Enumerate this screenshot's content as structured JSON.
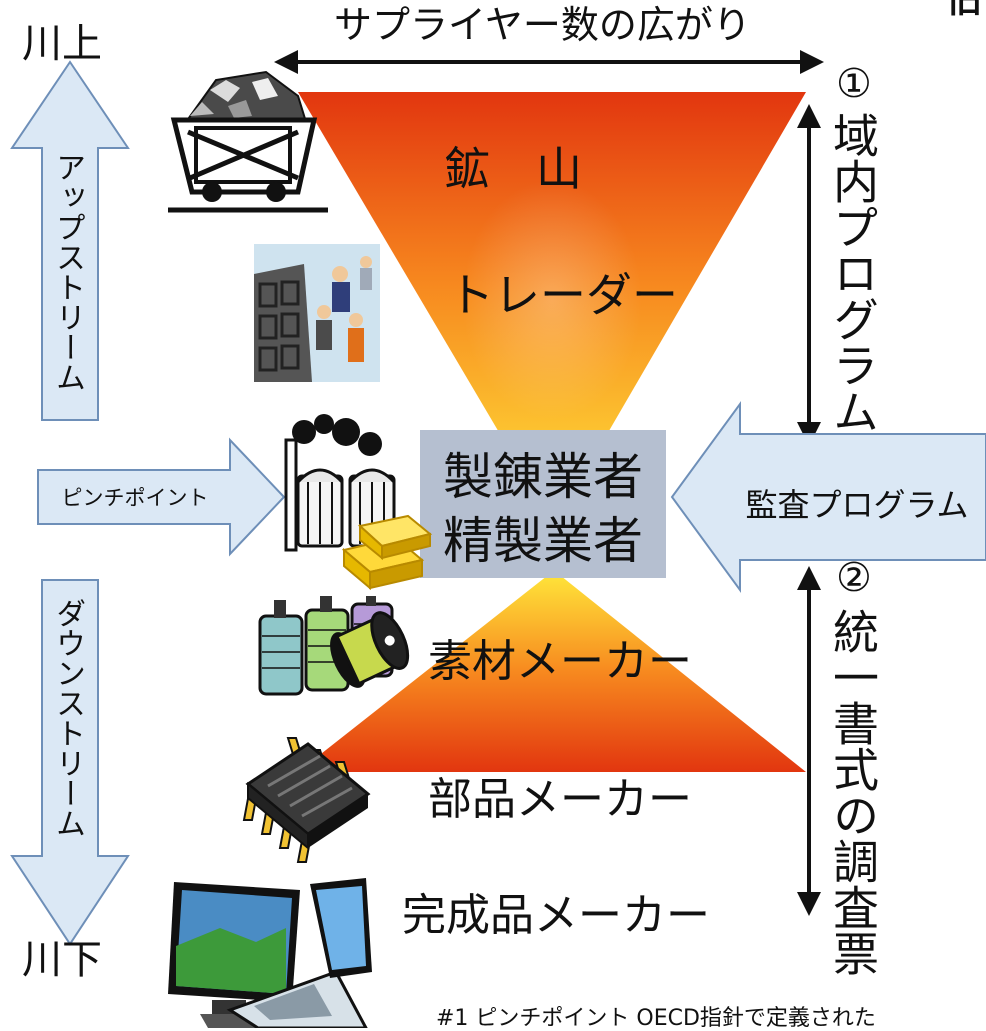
{
  "corner_top_right": "旧",
  "labels": {
    "upstream_end": "川上",
    "downstream_end": "川下",
    "supplier_spread": "サプライヤー数の広がり",
    "upstream": "アップストリーム",
    "pinch_point": "ピンチポイント",
    "downstream": "ダウンストリーム",
    "audit_program": "監査プログラム",
    "regional_num": "①",
    "regional_program": "域内プログラム",
    "template_num": "②",
    "unified_template": "統一書式の調査票",
    "footnote": "#1 ピンチポイント OECD指針で定義された"
  },
  "tiers": {
    "mine": "鉱　山",
    "trader": "トレーダー",
    "smelter_1": "製錬業者",
    "smelter_2": "精製業者",
    "material": "素材メーカー",
    "parts": "部品メーカー",
    "finished": "完成品メーカー"
  },
  "icons": [
    "mine-cart-icon",
    "traders-icon",
    "refinery-icon",
    "gold-bars-icon",
    "thread-spools-icon",
    "chip-icon",
    "computers-icon"
  ],
  "colors": {
    "funnel_edge": "#e83a12",
    "funnel_center": "#ffe23a",
    "center_box": "#b5bfd0",
    "arrow_fill": "#dbe8f5",
    "arrow_stroke": "#6e8fb8"
  }
}
